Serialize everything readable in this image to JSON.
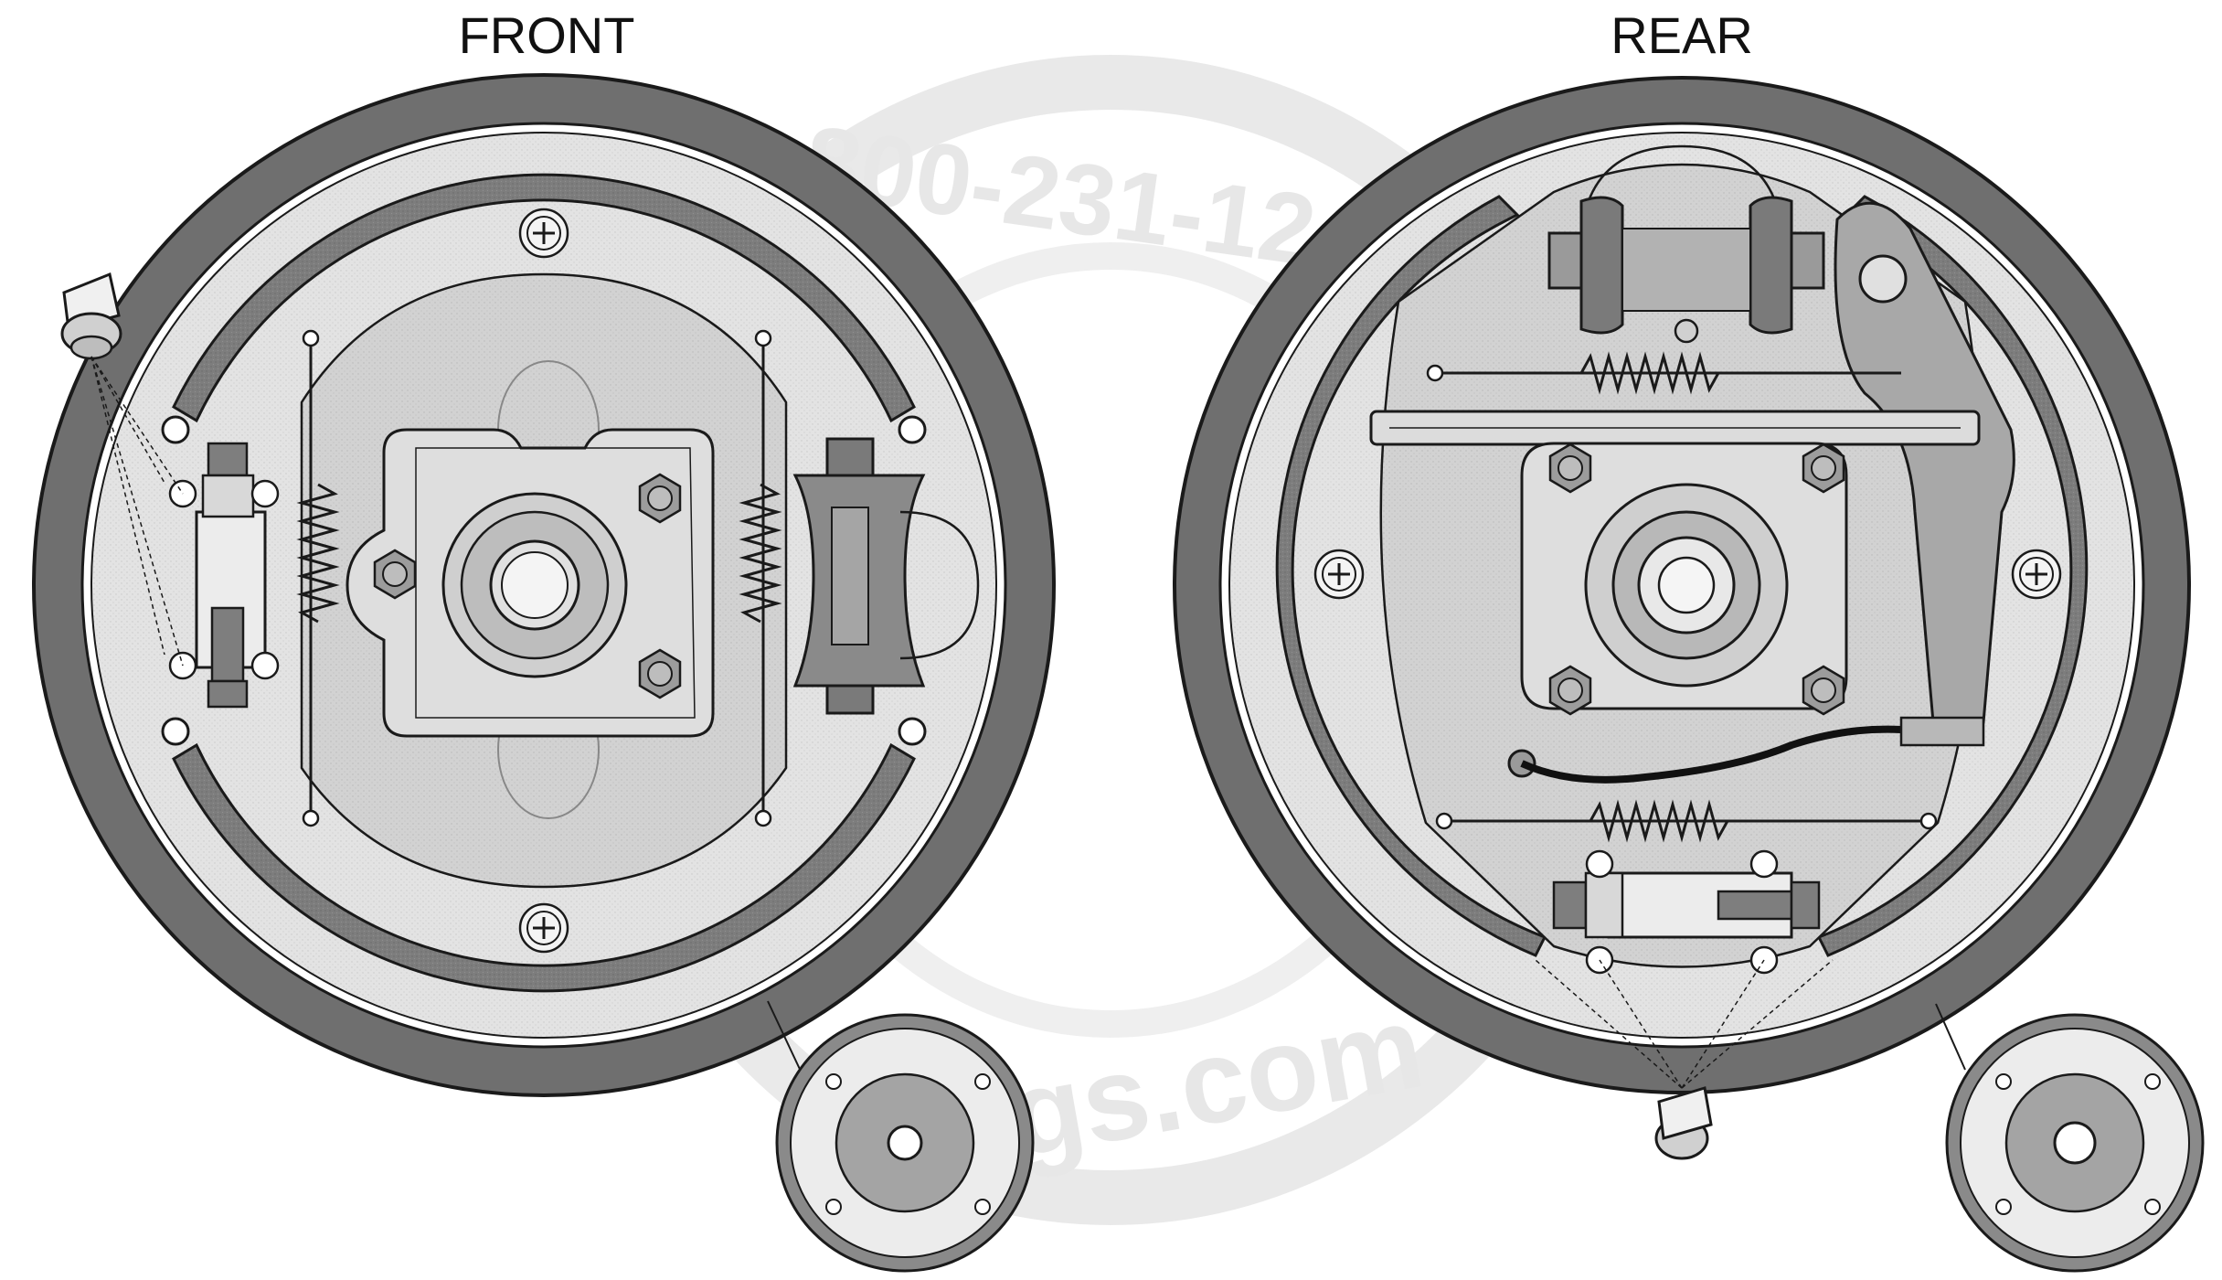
{
  "labels": {
    "front": "FRONT",
    "rear": "REAR"
  },
  "watermark": {
    "arc_text": "800-231-1245",
    "bottom_text": "bugs.com",
    "color": "#dcdcdc"
  },
  "colors": {
    "drum": "#6f6f6f",
    "lining": "#7a7a7a",
    "backing_plate": "#e6e6e6",
    "hub": "#cfcfcf",
    "outline": "#1a1a1a",
    "spring": "#f2f2f2",
    "brake_line": "#111111"
  },
  "icons": {
    "adjuster_access_plug": "plug-icon",
    "mount_hole": "crosshair-screw-icon"
  }
}
